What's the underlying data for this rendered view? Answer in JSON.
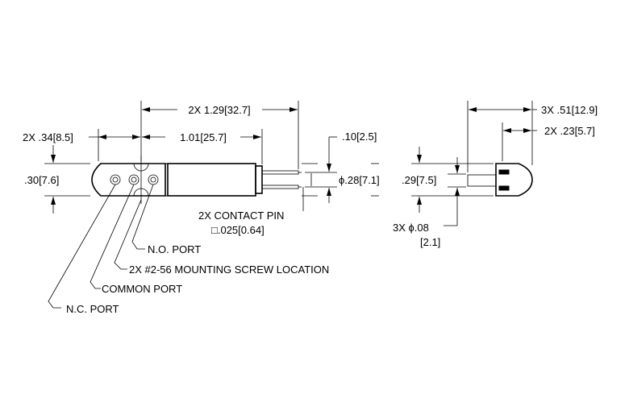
{
  "dimensions": {
    "overall_length": "2X 1.29[32.7]",
    "port_offset": "2X .34[8.5]",
    "body_length": "1.01[25.7]",
    "pin_spacing": ".10[2.5]",
    "body_diameter": "ϕ.28[7.1]",
    "end_height": ".30[7.6]",
    "side_height": ".29[7.5]",
    "side_width": "3X .51[12.9]",
    "side_cap_width": "2X .23[5.7]",
    "pin_diameter_top": "3X ϕ.08",
    "pin_diameter_bottom": "[2.1]"
  },
  "labels": {
    "contact_pin_line1": "2X CONTACT  PIN",
    "contact_pin_line2": "□.025[0.64]",
    "no_port": "N.O. PORT",
    "mounting_screw": "2X #2-56 MOUNTING SCREW LOCATION",
    "common_port": "COMMON PORT",
    "nc_port": "N.C. PORT"
  }
}
